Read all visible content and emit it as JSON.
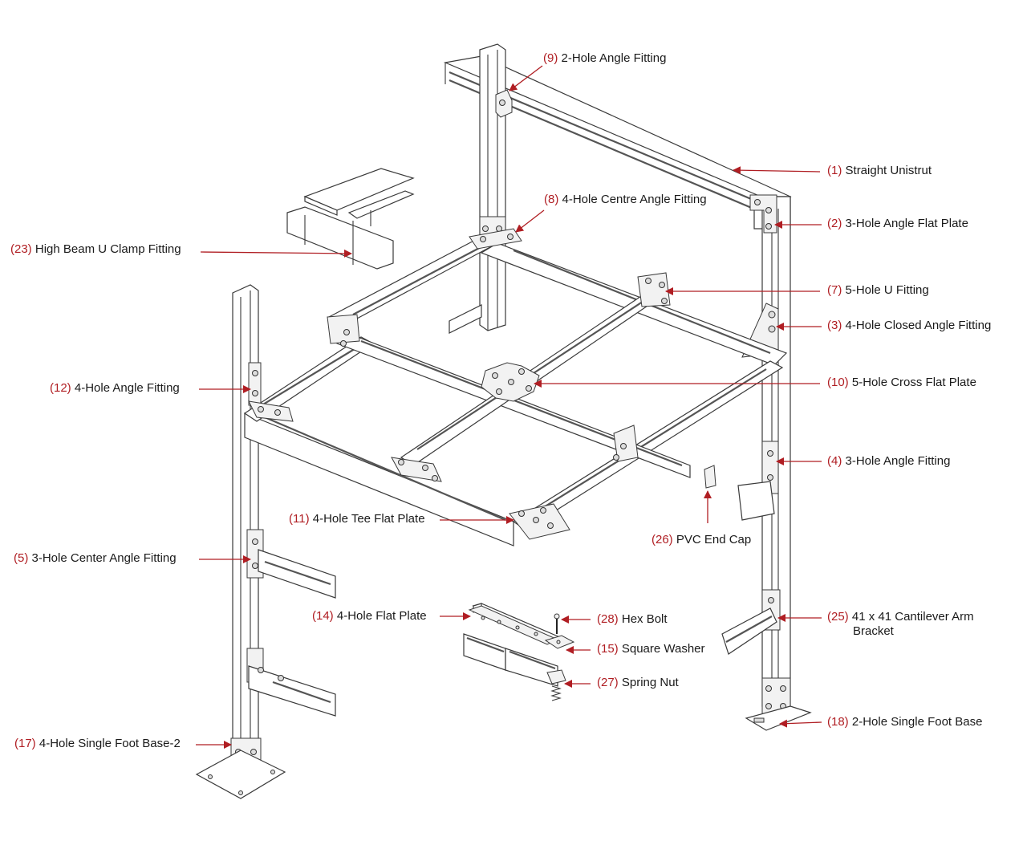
{
  "diagram": {
    "title": "Unistrut framework exploded assembly",
    "accent_color": "#b01e23",
    "text_color": "#1a1a1a",
    "callouts": [
      {
        "id": "9",
        "number": "(9)",
        "text": "2-Hole Angle Fitting"
      },
      {
        "id": "1",
        "number": "(1)",
        "text": "Straight Unistrut"
      },
      {
        "id": "8",
        "number": "(8)",
        "text": "4-Hole Centre Angle Fitting"
      },
      {
        "id": "2",
        "number": "(2)",
        "text": "3-Hole Angle Flat Plate"
      },
      {
        "id": "23",
        "number": "(23)",
        "text": "High Beam U Clamp Fitting"
      },
      {
        "id": "7",
        "number": "(7)",
        "text": "5-Hole U Fitting"
      },
      {
        "id": "3",
        "number": "(3)",
        "text": "4-Hole Closed Angle Fitting"
      },
      {
        "id": "12",
        "number": "(12)",
        "text": "4-Hole Angle Fitting"
      },
      {
        "id": "10",
        "number": "(10)",
        "text": "5-Hole Cross Flat Plate"
      },
      {
        "id": "4",
        "number": "(4)",
        "text": "3-Hole Angle Fitting"
      },
      {
        "id": "11",
        "number": "(11)",
        "text": "4-Hole Tee Flat Plate"
      },
      {
        "id": "26",
        "number": "(26)",
        "text": "PVC End Cap"
      },
      {
        "id": "5",
        "number": "(5)",
        "text": "3-Hole Center Angle Fitting"
      },
      {
        "id": "14",
        "number": "(14)",
        "text": "4-Hole Flat Plate"
      },
      {
        "id": "28",
        "number": "(28)",
        "text": "Hex Bolt"
      },
      {
        "id": "25",
        "number": "(25)",
        "text": "41 x 41 Cantilever Arm",
        "text2": "Bracket"
      },
      {
        "id": "15",
        "number": "(15)",
        "text": "Square Washer"
      },
      {
        "id": "27",
        "number": "(27)",
        "text": "Spring Nut"
      },
      {
        "id": "18",
        "number": "(18)",
        "text": "2-Hole Single Foot Base"
      },
      {
        "id": "17",
        "number": "(17)",
        "text": "4-Hole Single Foot Base-2"
      }
    ]
  }
}
